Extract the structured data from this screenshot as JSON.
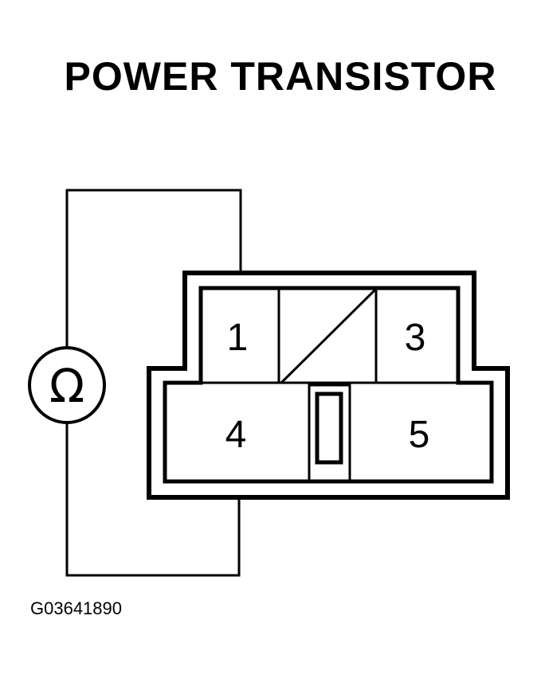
{
  "title": "POWER TRANSISTOR",
  "connector": {
    "pins": [
      {
        "id": "pin-1",
        "label": "1"
      },
      {
        "id": "pin-3",
        "label": "3"
      },
      {
        "id": "pin-4",
        "label": "4"
      },
      {
        "id": "pin-5",
        "label": "5"
      }
    ]
  },
  "meter": {
    "symbol": "Ω"
  },
  "figure_id": "G03641890"
}
